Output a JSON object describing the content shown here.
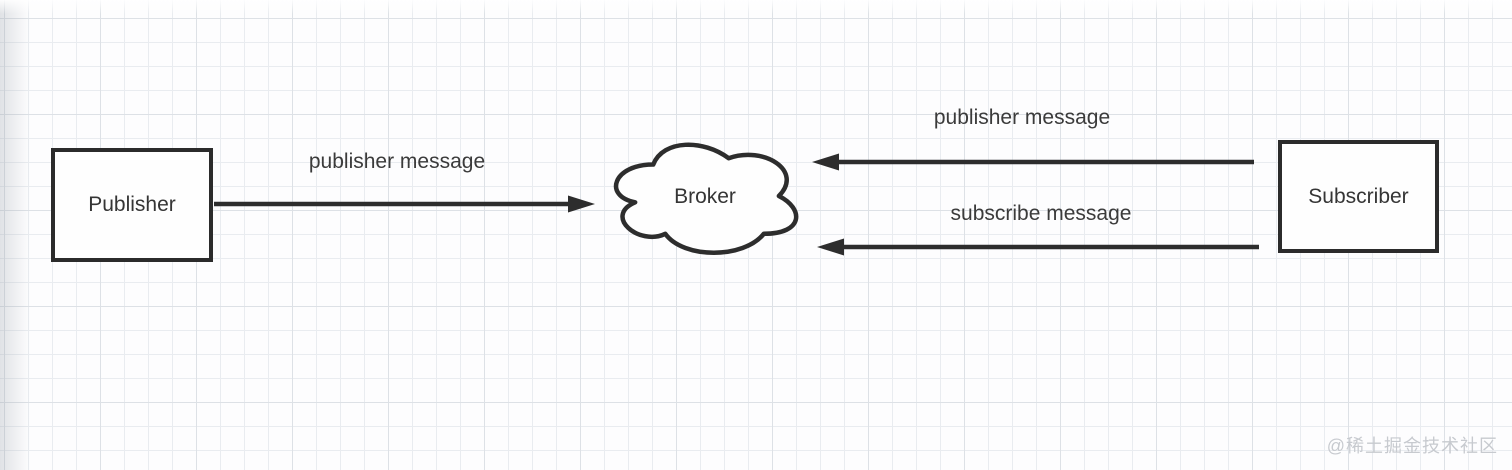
{
  "diagram": {
    "nodes": {
      "publisher": {
        "label": "Publisher",
        "shape": "rectangle"
      },
      "broker": {
        "label": "Broker",
        "shape": "cloud"
      },
      "subscriber": {
        "label": "Subscriber",
        "shape": "rectangle"
      }
    },
    "edges": [
      {
        "label": "publisher message",
        "from": "publisher",
        "to": "broker",
        "direction": "right"
      },
      {
        "label": "publisher message",
        "from": "subscriber",
        "to": "broker",
        "direction": "left"
      },
      {
        "label": "subscribe message",
        "from": "subscriber",
        "to": "broker",
        "direction": "left"
      }
    ],
    "colors": {
      "stroke": "#2d2d2d",
      "label_text": "#3b3b3b",
      "grid_minor": "#e9ecf0",
      "grid_major": "#dde1e6",
      "background": "#fdfdfe",
      "watermark": "#c7cacf"
    }
  },
  "watermark": {
    "text": "@稀土掘金技术社区"
  }
}
